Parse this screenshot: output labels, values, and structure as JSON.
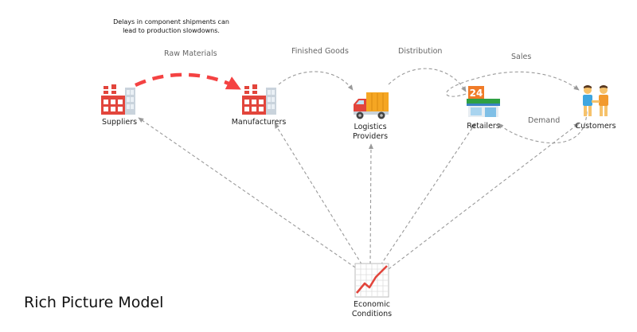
{
  "title": "Rich Picture Model",
  "note": {
    "line1": "Delays in component shipments can",
    "line2": "lead to production slowdowns."
  },
  "nodes": {
    "suppliers": "Suppliers",
    "manufacturers": "Manufacturers",
    "logistics_line1": "Logistics",
    "logistics_line2": "Providers",
    "retailers": "Retailers",
    "customers": "Customers",
    "economic_line1": "Economic",
    "economic_line2": "Conditions"
  },
  "flows": {
    "raw_materials": "Raw Materials",
    "finished_goods": "Finished Goods",
    "distribution": "Distribution",
    "sales": "Sales",
    "demand": "Demand"
  },
  "icons": {
    "suppliers": "factory-icon",
    "manufacturers": "factory-icon",
    "logistics": "delivery-truck-icon",
    "retailers": "convenience-store-icon",
    "customers": "people-holding-hands-icon",
    "economic": "chart-increasing-icon"
  },
  "colors": {
    "dashed_arrow": "#999999",
    "highlight_arrow": "#f44242",
    "factory_red": "#e2453c"
  }
}
